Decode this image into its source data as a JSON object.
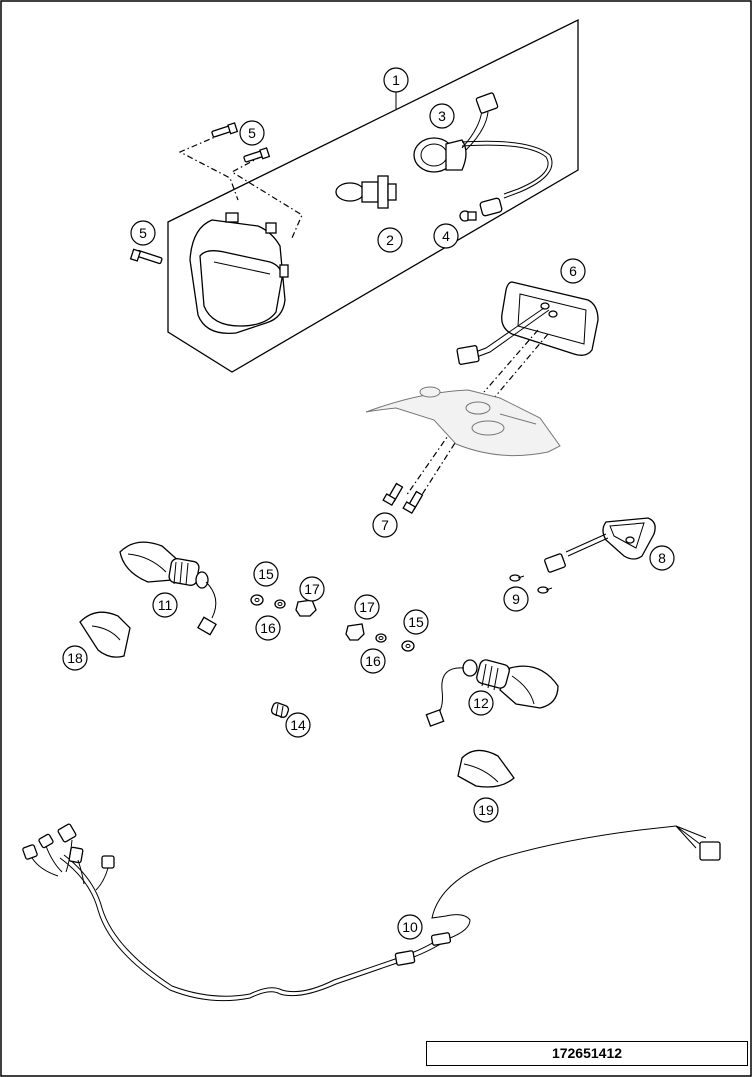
{
  "diagram": {
    "document_number": "172651412",
    "callouts": [
      {
        "key": "headlight-assembly",
        "label": "1"
      },
      {
        "key": "headlight-bulb",
        "label": "2"
      },
      {
        "key": "bulb-socket",
        "label": "3"
      },
      {
        "key": "parking-bulb",
        "label": "4"
      },
      {
        "key": "headlight-screw-top",
        "label": "5"
      },
      {
        "key": "headlight-screw-side",
        "label": "5"
      },
      {
        "key": "tail-light",
        "label": "6"
      },
      {
        "key": "tail-screws",
        "label": "7"
      },
      {
        "key": "license-light",
        "label": "8"
      },
      {
        "key": "license-screws",
        "label": "9"
      },
      {
        "key": "wiring-harness",
        "label": "10"
      },
      {
        "key": "turn-signal-front-left",
        "label": "11"
      },
      {
        "key": "turn-signal-front-right",
        "label": "12"
      },
      {
        "key": "bushing",
        "label": "14"
      },
      {
        "key": "washer-left",
        "label": "15"
      },
      {
        "key": "washer-right",
        "label": "15"
      },
      {
        "key": "lock-washer-left",
        "label": "16"
      },
      {
        "key": "lock-washer-right",
        "label": "16"
      },
      {
        "key": "nut-left",
        "label": "17"
      },
      {
        "key": "nut-right",
        "label": "17"
      },
      {
        "key": "indicator-cover-left",
        "label": "18"
      },
      {
        "key": "indicator-cover-right",
        "label": "19"
      }
    ]
  }
}
